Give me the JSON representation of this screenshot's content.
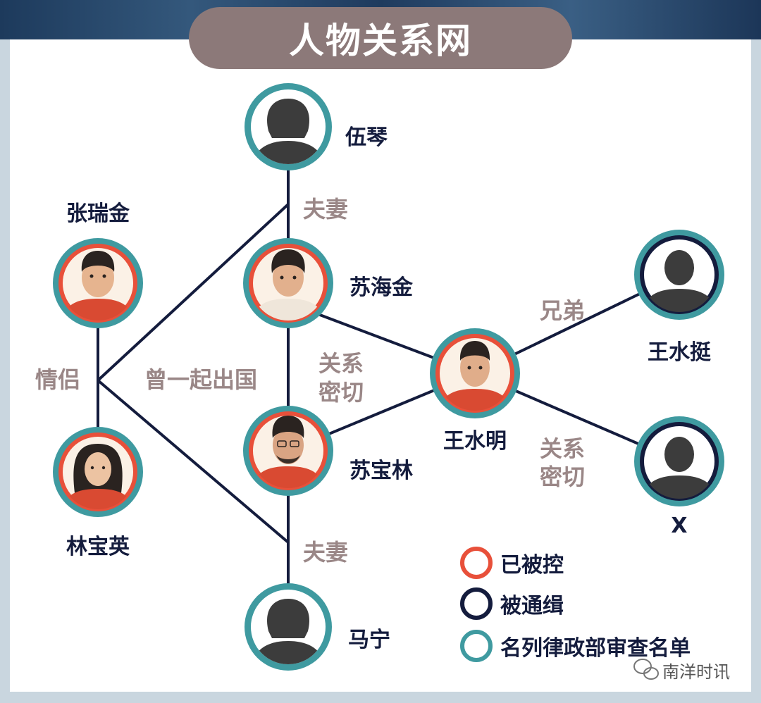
{
  "title": "人物关系网",
  "colors": {
    "navy": "#141c3d",
    "teal": "#3f9aa0",
    "red": "#e8503a",
    "relation_text": "#9a8787",
    "title_bg": "#8c7979"
  },
  "people": [
    {
      "id": "wuqin",
      "name": "伍琴",
      "status": "review",
      "icon": "silhouette-female-icon"
    },
    {
      "id": "zrj",
      "name": "张瑞金",
      "status": "detained",
      "icon": "portrait-icon"
    },
    {
      "id": "shj",
      "name": "苏海金",
      "status": "detained",
      "icon": "portrait-icon"
    },
    {
      "id": "wst",
      "name": "王水挺",
      "status": "wanted",
      "icon": "silhouette-male-icon"
    },
    {
      "id": "wsm",
      "name": "王水明",
      "status": "detained",
      "icon": "portrait-icon"
    },
    {
      "id": "lby",
      "name": "林宝英",
      "status": "detained",
      "icon": "portrait-icon"
    },
    {
      "id": "sbl",
      "name": "苏宝林",
      "status": "detained",
      "icon": "portrait-icon"
    },
    {
      "id": "x",
      "name": "X",
      "status": "wanted",
      "icon": "silhouette-male-icon"
    },
    {
      "id": "maning",
      "name": "马宁",
      "status": "review",
      "icon": "silhouette-female-icon"
    }
  ],
  "relations": {
    "fuqi_top": "夫妻",
    "qinglv": "情侣",
    "ceng": "曾一起出国",
    "guanxi_mid_1": "关系",
    "guanxi_mid_2": "密切",
    "xiongdi": "兄弟",
    "guanxi_right_1": "关系",
    "guanxi_right_2": "密切",
    "fuqi_bottom": "夫妻"
  },
  "legend": [
    {
      "label": "已被控",
      "color": "#e8503a"
    },
    {
      "label": "被通缉",
      "color": "#141c3d"
    },
    {
      "label": "名列律政部审查名单",
      "color": "#3f9aa0"
    }
  ],
  "watermark": "南洋时讯"
}
